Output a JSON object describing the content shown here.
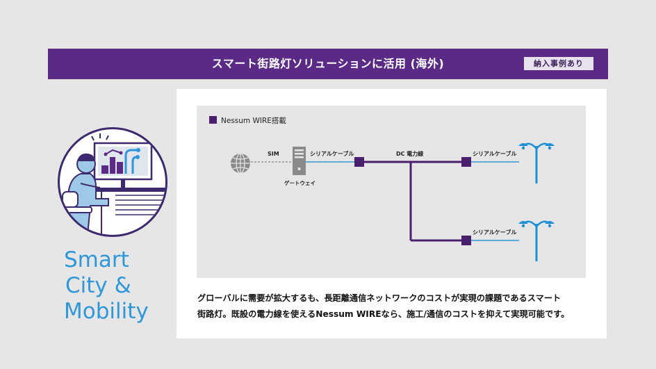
{
  "banner": {
    "title": "スマート街路灯ソリューションに活用 (海外)",
    "badge": "納入事例あり"
  },
  "tagline": {
    "line1": "Smart",
    "line2": "City &",
    "line3": "Mobility"
  },
  "diagram": {
    "legend": "Nessum WIRE搭載",
    "labels": {
      "sim": "SIM",
      "gateway": "ゲートウェイ",
      "serial_cable_1": "シリアルケーブル",
      "dc_line": "DC 電力線",
      "serial_cable_2": "シリアルケーブル",
      "serial_cable_3": "シリアルケーブル"
    }
  },
  "description": {
    "line1": "グローバルに需要が拡大するも、長距離通信ネットワークのコストが実現の課題であるスマート",
    "line2": "街路灯。既設の電力線を使えるNessum WIREなら、施工/通信のコストを抑えて実現可能です。"
  },
  "colors": {
    "brand_purple": "#5b2a86",
    "node_purple": "#4a1f6e",
    "cable_blue": "#2f97d8",
    "lamp_blue": "#1e8fd6",
    "tagline_blue": "#2f97d8"
  }
}
